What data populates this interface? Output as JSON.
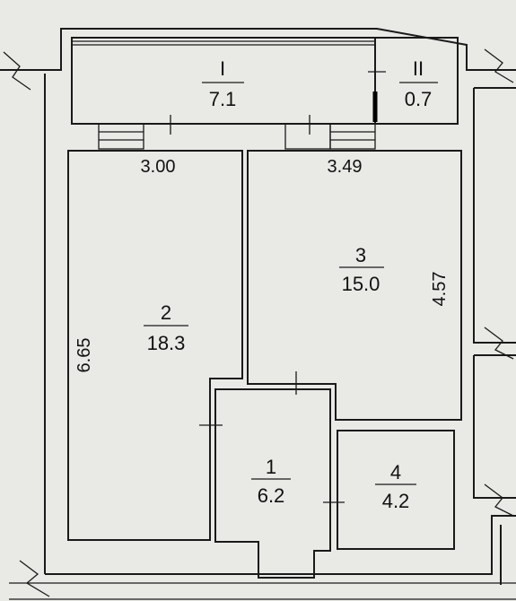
{
  "plan": {
    "rooms": [
      {
        "id": "I",
        "number": "I",
        "area": "7.1"
      },
      {
        "id": "II",
        "number": "II",
        "area": "0.7"
      },
      {
        "id": "r2",
        "number": "2",
        "area": "18.3"
      },
      {
        "id": "r3",
        "number": "3",
        "area": "15.0"
      },
      {
        "id": "r1",
        "number": "1",
        "area": "6.2"
      },
      {
        "id": "r4",
        "number": "4",
        "area": "4.2"
      }
    ],
    "dimensions": {
      "room2_width": "3.00",
      "room3_width": "3.49",
      "room2_height": "6.65",
      "room3_height": "4.57"
    }
  }
}
